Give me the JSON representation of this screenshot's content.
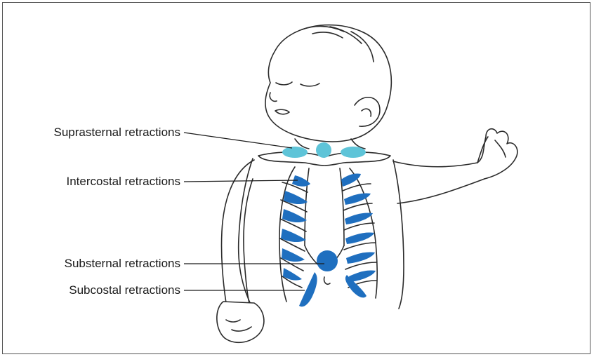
{
  "labels": {
    "suprasternal": "Suprasternal retractions",
    "intercostal": "Intercostal retractions",
    "substernal": "Substernal retractions",
    "subcostal": "Subcostal retractions"
  },
  "colors": {
    "suprasternal_highlight": "#5ec4d8",
    "retraction_blue": "#1f6fbf",
    "outline": "#2a2a2a"
  }
}
